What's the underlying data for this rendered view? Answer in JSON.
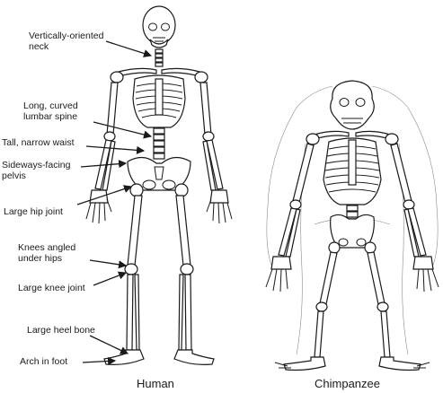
{
  "labels": {
    "neck": "Vertically-oriented\nneck",
    "lumbar": "Long, curved\nlumbar spine",
    "waist": "Tall, narrow waist",
    "pelvis": "Sideways-facing\npelvis",
    "hip": "Large hip joint",
    "knees": "Knees angled\nunder hips",
    "knee_joint": "Large knee joint",
    "heel": "Large heel bone",
    "arch": "Arch in foot"
  },
  "captions": {
    "human": "Human",
    "chimp": "Chimpanzee"
  },
  "colors": {
    "ink": "#1a1a1a",
    "fur": "#8a8a8a",
    "background": "#ffffff"
  }
}
